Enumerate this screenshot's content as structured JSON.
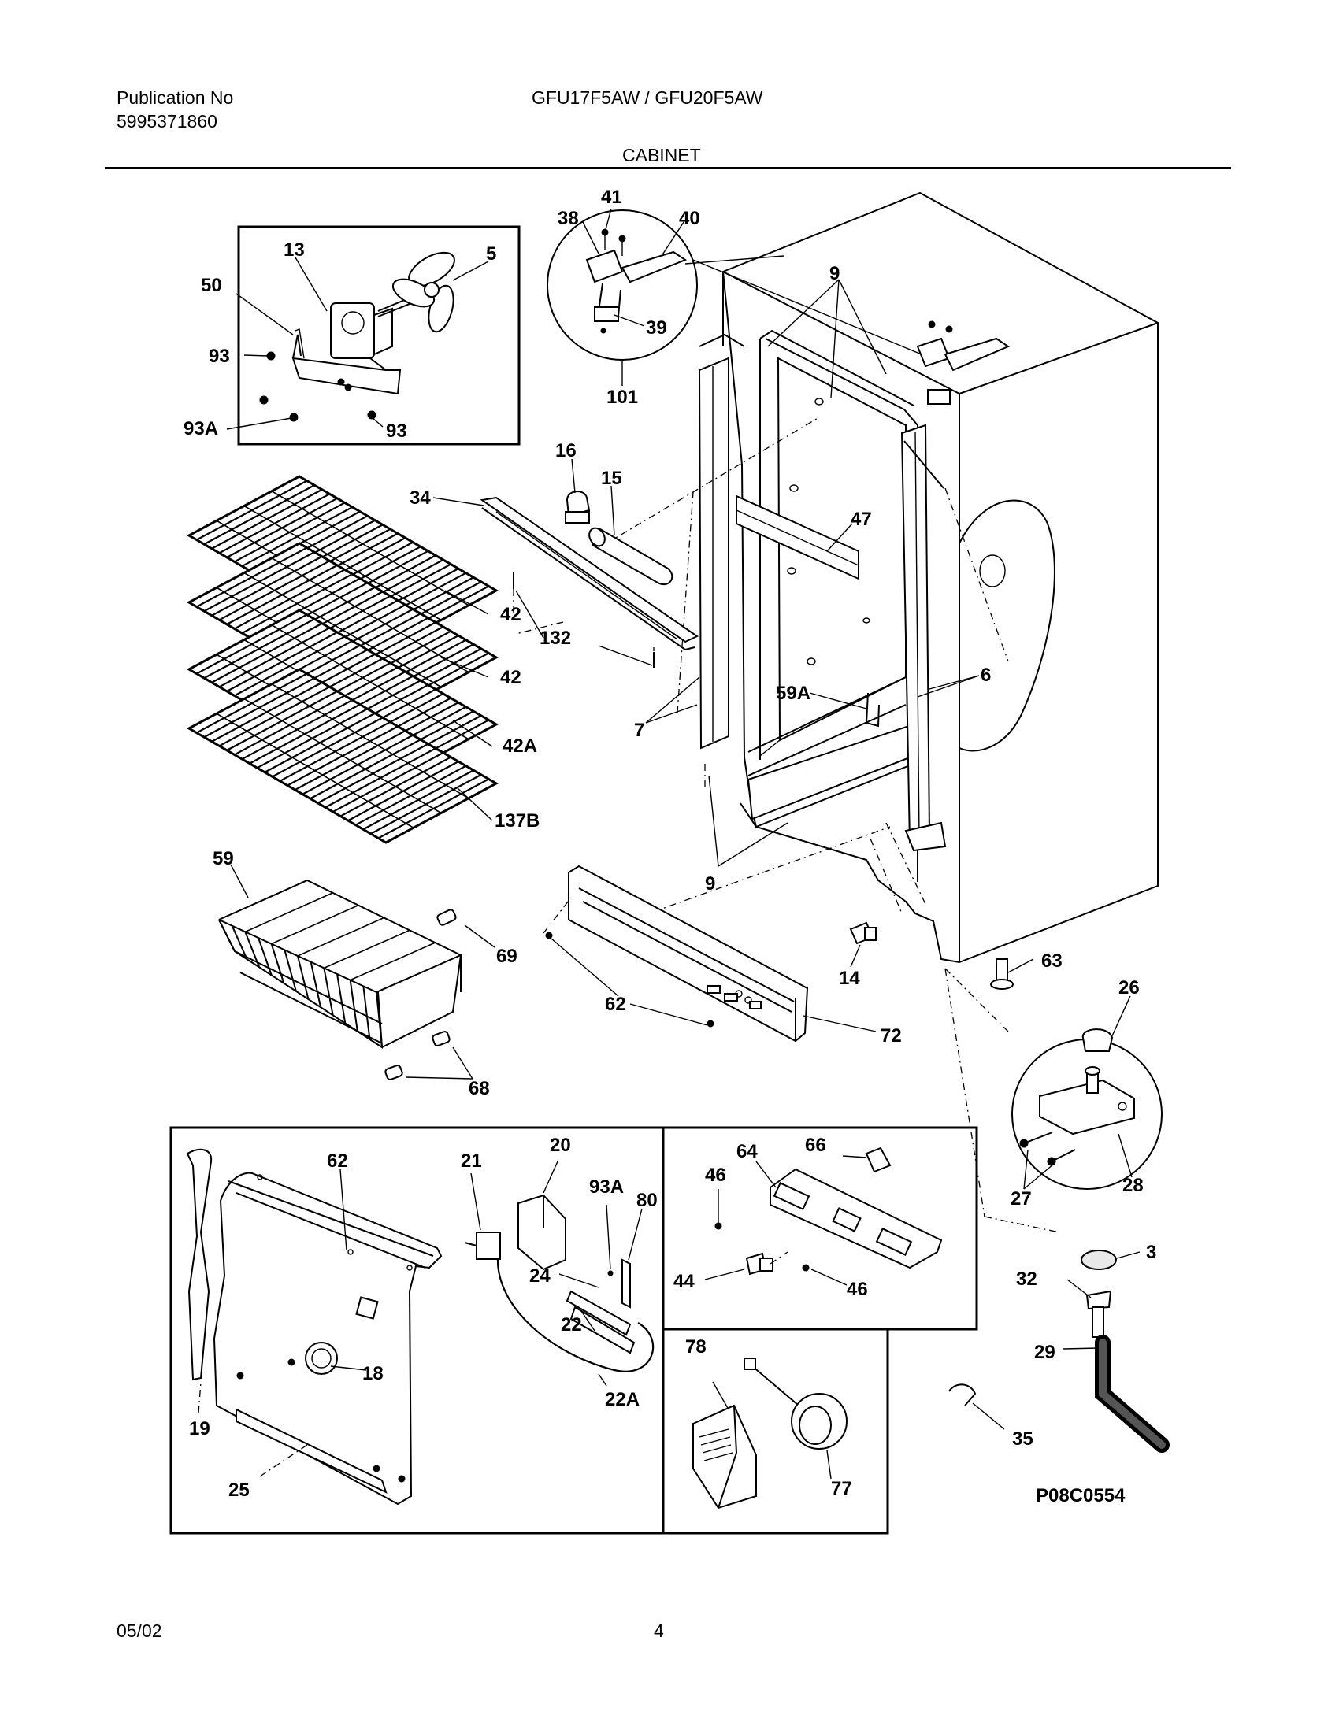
{
  "header": {
    "publication_label": "Publication No",
    "publication_number": "5995371860",
    "model": "GFU17F5AW / GFU20F5AW",
    "section_title": "CABINET"
  },
  "diagram": {
    "drawing_id": "P08C0554",
    "labels": [
      "41",
      "38",
      "40",
      "13",
      "5",
      "50",
      "93",
      "93A",
      "93",
      "39",
      "101",
      "9",
      "16",
      "15",
      "34",
      "47",
      "42",
      "132",
      "42",
      "59A",
      "6",
      "7",
      "42A",
      "137B",
      "59",
      "9",
      "69",
      "62",
      "14",
      "63",
      "26",
      "72",
      "68",
      "62",
      "21",
      "20",
      "93A",
      "80",
      "46",
      "64",
      "66",
      "24",
      "22",
      "44",
      "46",
      "27",
      "28",
      "3",
      "32",
      "29",
      "78",
      "18",
      "22A",
      "19",
      "25",
      "77",
      "35"
    ]
  },
  "footer": {
    "date": "05/02",
    "page": "4"
  }
}
